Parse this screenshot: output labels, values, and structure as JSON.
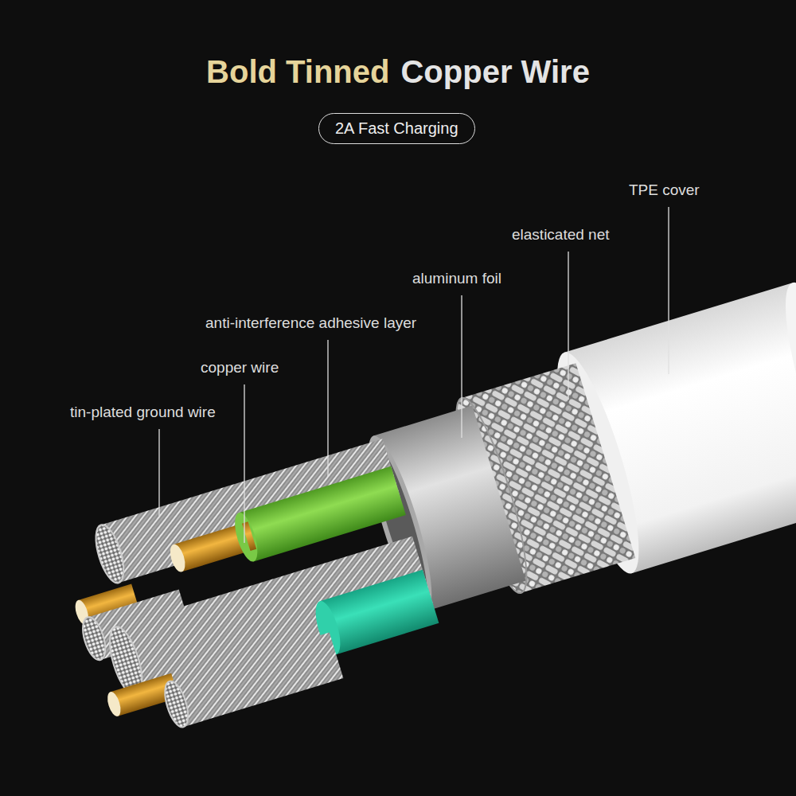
{
  "diagram": {
    "nodes": [
      {
        "text": [
          "2A Fast Charging"
        ]
      }
    ],
    "labels": [
      "Bold Tinned",
      "Copper Wire",
      "TPE cover",
      "elasticated net",
      "aluminum foil",
      "anti-interference adhesive layer",
      "copper wire",
      "tin-plated ground wire"
    ]
  }
}
